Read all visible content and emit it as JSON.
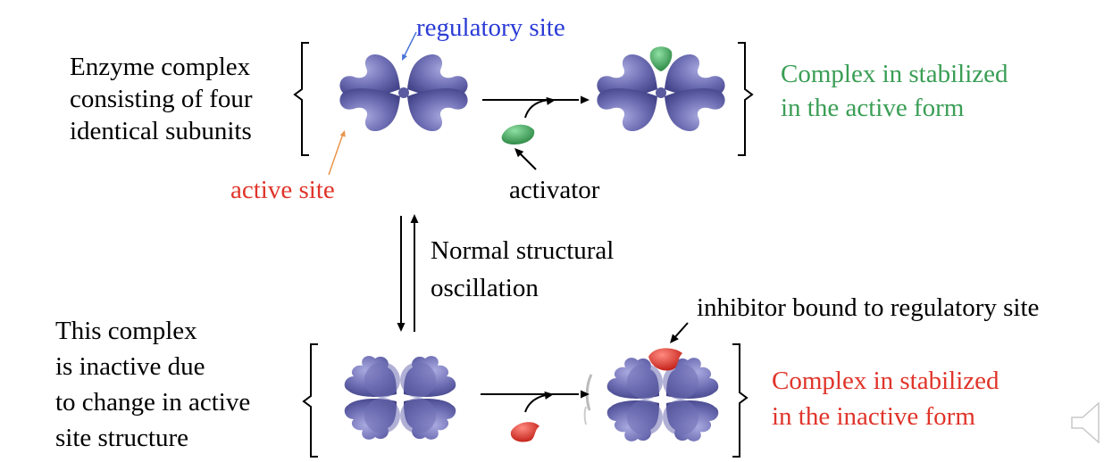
{
  "top": {
    "left_label": [
      "Enzyme complex",
      "consisting of four",
      "identical subunits"
    ],
    "regulatory_site": "regulatory site",
    "active_site": "active site",
    "activator": "activator",
    "right_label": [
      "Complex in stabilized",
      "in the active form"
    ]
  },
  "middle": {
    "oscillation": [
      "Normal structural",
      "oscillation"
    ]
  },
  "bottom": {
    "left_label": [
      "This complex",
      "is inactive due",
      "to change in active",
      "site structure"
    ],
    "inhibitor": "inhibitor bound to regulatory site",
    "right_label": [
      "Complex in stabilized",
      "in the inactive form"
    ]
  },
  "colors": {
    "protein": "#6f6fb5",
    "activator": "#4aa862",
    "inhibitor": "#e0342a",
    "blue_text": "#2b3bd6",
    "red_text": "#e0342a",
    "green_text": "#3a9e55"
  },
  "icons": {
    "speaker": "speaker-icon"
  }
}
